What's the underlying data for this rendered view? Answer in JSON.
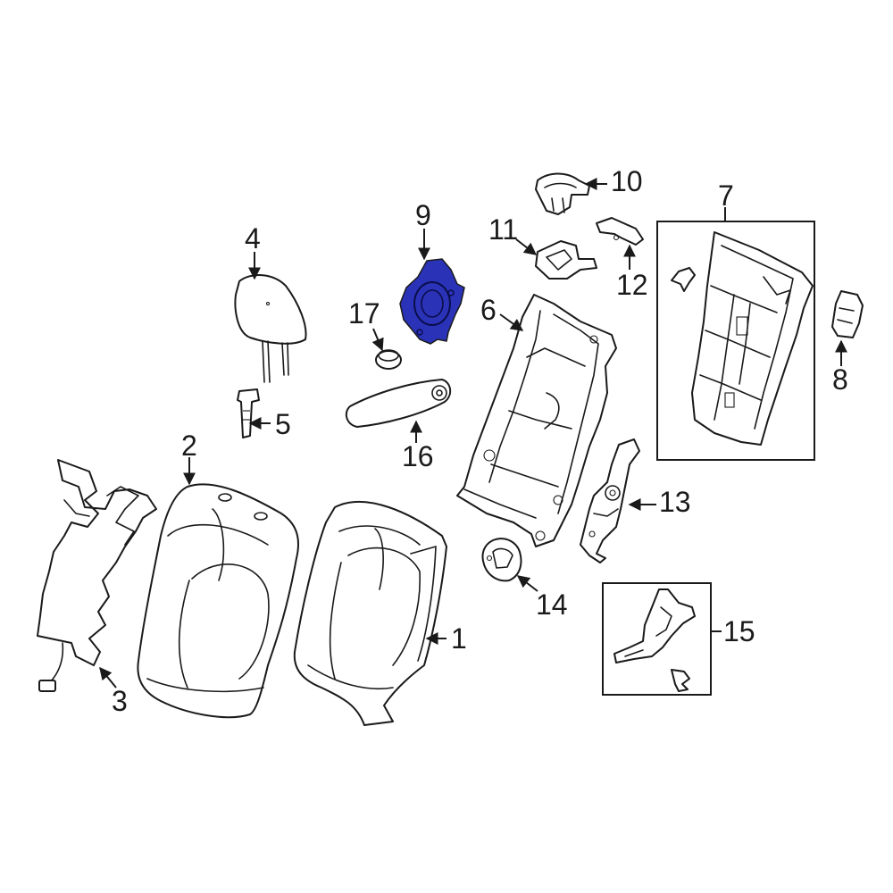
{
  "diagram": {
    "highlight_color": "#2a33b8",
    "line_color": "#1a1a1a",
    "callouts": [
      "1",
      "2",
      "3",
      "4",
      "5",
      "6",
      "7",
      "8",
      "9",
      "10",
      "11",
      "12",
      "13",
      "14",
      "15",
      "16",
      "17"
    ]
  }
}
